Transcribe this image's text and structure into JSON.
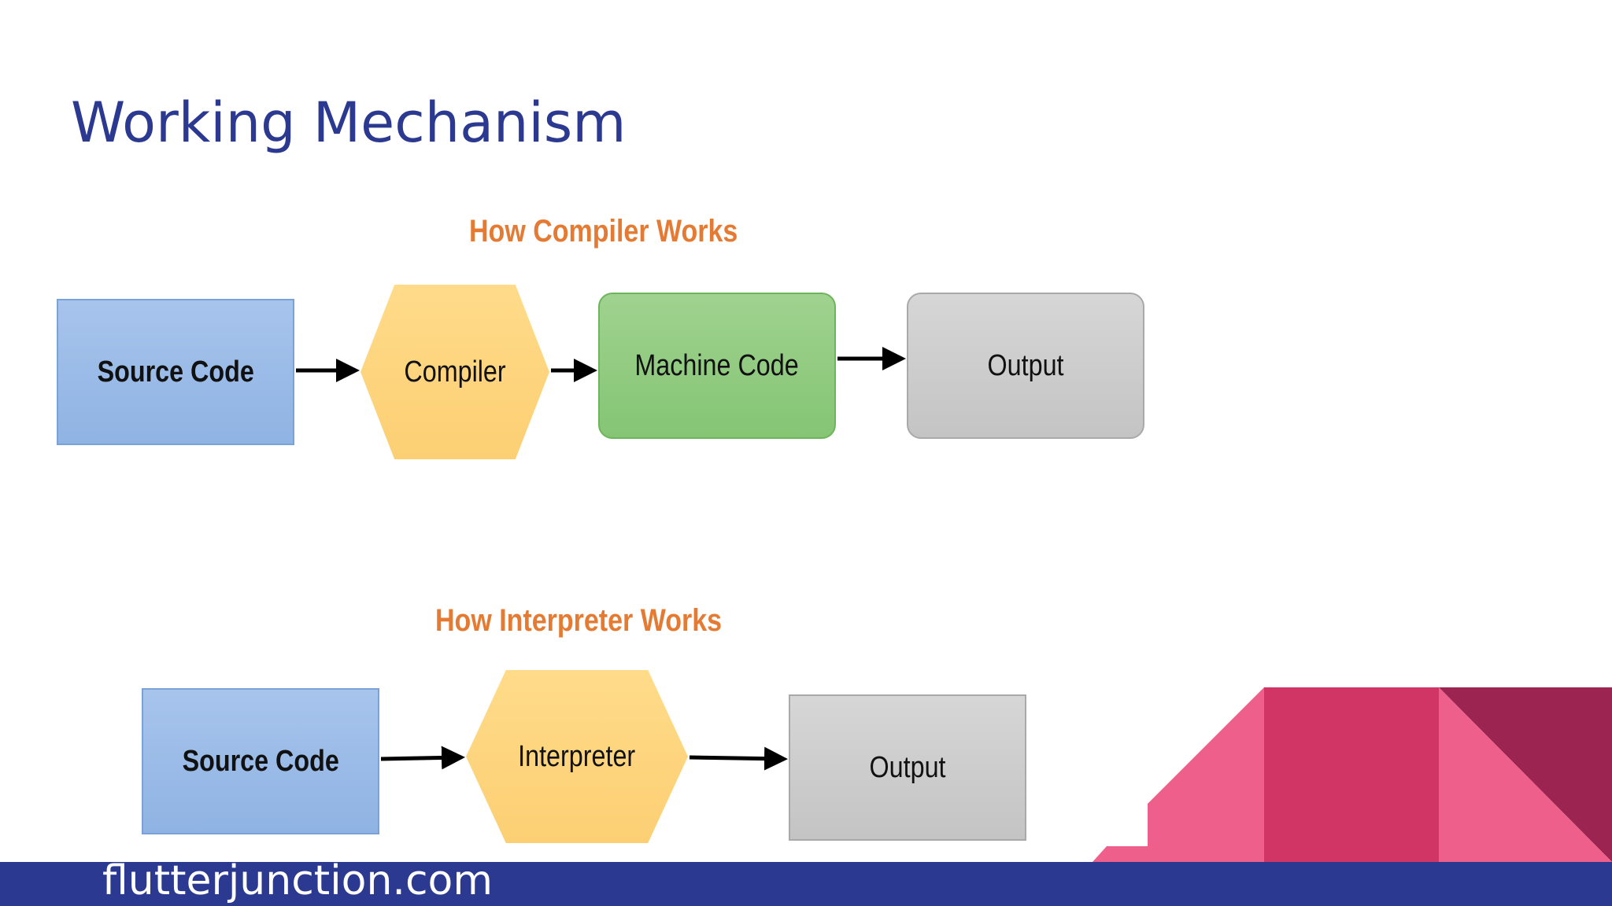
{
  "slide": {
    "title": "Working Mechanism",
    "footer": "flutterjunction.com"
  },
  "compiler_diagram": {
    "title": "How Compiler Works",
    "nodes": [
      "Source Code",
      "Compiler",
      "Machine Code",
      "Output"
    ]
  },
  "interpreter_diagram": {
    "title": "How Interpreter Works",
    "nodes": [
      "Source Code",
      "Interpreter",
      "Output"
    ]
  },
  "colors": {
    "title": "#2b3990",
    "diagram_title": "#e57b33",
    "source_code": "#9bbce8",
    "compiler_hex": "#fdd57e",
    "machine_code": "#93cc80",
    "output": "#cfcfcf",
    "footer": "#2b3990",
    "deco_pink": "#ef5f8c",
    "deco_crimson": "#d13565",
    "deco_dark": "#9b2450"
  }
}
